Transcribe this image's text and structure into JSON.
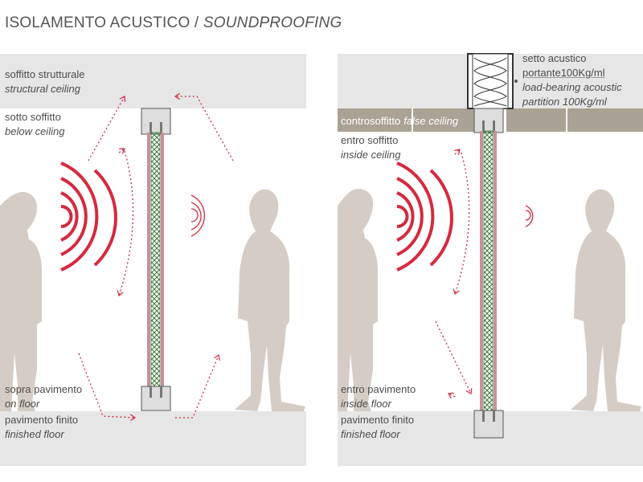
{
  "title": {
    "main": "ISOLAMENTO ACUSTICO / ",
    "italic": "SOUNDPROOFING"
  },
  "colors": {
    "band": "#e6e6e6",
    "false_ceiling": "#aaa295",
    "silhouette": "#d5cdc5",
    "sound": "#d42a3f",
    "wall_pink": "#c9909b",
    "wall_green": "#3a7a3a",
    "text": "#4d4d4d"
  },
  "left_panel": {
    "structural_ceiling": {
      "it": "soffitto strutturale",
      "en": "structural ceiling"
    },
    "below_ceiling": {
      "it": "sotto soffitto",
      "en": "below ceiling"
    },
    "on_floor": {
      "it": "sopra pavimento",
      "en": "on floor"
    },
    "finished_floor": {
      "it": "pavimento finito",
      "en": "finished floor"
    }
  },
  "right_panel": {
    "partition": {
      "it": "setto acustico portante100Kg/ml",
      "en": "load-bearing acoustic partition 100Kg/ml",
      "it_line1": "setto acustico",
      "it_line2": "portante100Kg/ml",
      "en_line1": "load-bearing acoustic",
      "en_line2": "partition 100Kg/ml"
    },
    "false_ceiling": {
      "it": "controsoffitto",
      "en": "false ceiling"
    },
    "inside_ceiling": {
      "it": "entro soffitto",
      "en": "inside ceiling"
    },
    "inside_floor": {
      "it": "entro pavimento",
      "en": "inside floor"
    },
    "finished_floor": {
      "it": "pavimento finito",
      "en": "finished floor"
    }
  },
  "icons": [
    "speaker-person-icon",
    "listener-person-icon",
    "sound-wave-icon",
    "dotted-arrow-icon",
    "glass-wall-icon",
    "ceiling-track-icon",
    "floor-track-icon",
    "acoustic-partition-icon"
  ]
}
